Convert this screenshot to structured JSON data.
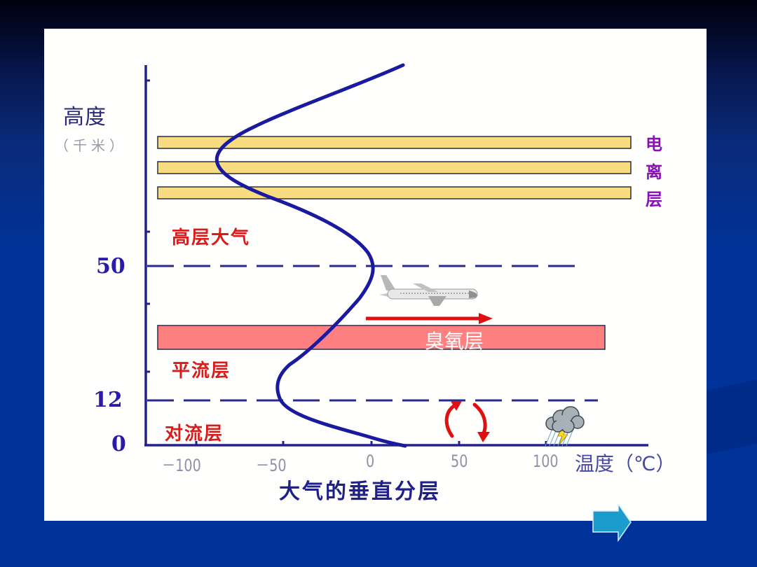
{
  "slide": {
    "caption": "大气的垂直分层",
    "next_button": "next-arrow"
  },
  "axes": {
    "y_title": "高度",
    "y_unit": "（千米）",
    "y_ticks": [
      "50",
      "12",
      "0"
    ],
    "x_ticks": [
      "－100",
      "－50",
      "0",
      "50",
      "100"
    ],
    "x_title": "温度（℃）"
  },
  "layers": {
    "upper": "高层大气",
    "stratosphere": "平流层",
    "troposphere": "对流层",
    "ionosphere": [
      "电",
      "离",
      "层"
    ],
    "ozone": "臭氧层"
  },
  "icons": {
    "airplane": "airplane-icon",
    "convection": "convection-arrows-icon",
    "storm": "thundercloud-icon",
    "flight_arrow": "right-arrow-icon"
  },
  "colors": {
    "background": "#003399",
    "panel": "#fffffd",
    "curve": "#1a1aa0",
    "ionosphere_band": "#f8dc82",
    "ozone_band": "#ff8080",
    "layer_label": "#d81c1c",
    "iono_label": "#8a10b8",
    "next_arrow": "#1a9ccc"
  },
  "chart_data": {
    "type": "line",
    "title": "大气的垂直分层",
    "xlabel": "温度（℃）",
    "ylabel": "高度（千米）",
    "x_ticks": [
      -100,
      -50,
      0,
      50,
      100
    ],
    "y_ticks": [
      0,
      12,
      50
    ],
    "series": [
      {
        "name": "temperature profile",
        "points": [
          {
            "t": 15,
            "h": 0
          },
          {
            "t": -20,
            "h": 4
          },
          {
            "t": -56,
            "h": 12
          },
          {
            "t": -55,
            "h": 20
          },
          {
            "t": -30,
            "h": 32
          },
          {
            "t": 0,
            "h": 50
          },
          {
            "t": -40,
            "h": 65
          },
          {
            "t": -85,
            "h": 85
          },
          {
            "t": -80,
            "h": 95
          },
          {
            "t": 40,
            "h": 120
          }
        ]
      }
    ],
    "regions": [
      {
        "name": "对流层",
        "h_range": [
          0,
          12
        ]
      },
      {
        "name": "平流层",
        "h_range": [
          12,
          50
        ]
      },
      {
        "name": "高层大气",
        "h_range": [
          50,
          120
        ]
      },
      {
        "name": "臭氧层",
        "h_range": [
          22,
          32
        ]
      },
      {
        "name": "电离层",
        "h_range": [
          80,
          100
        ]
      }
    ]
  }
}
